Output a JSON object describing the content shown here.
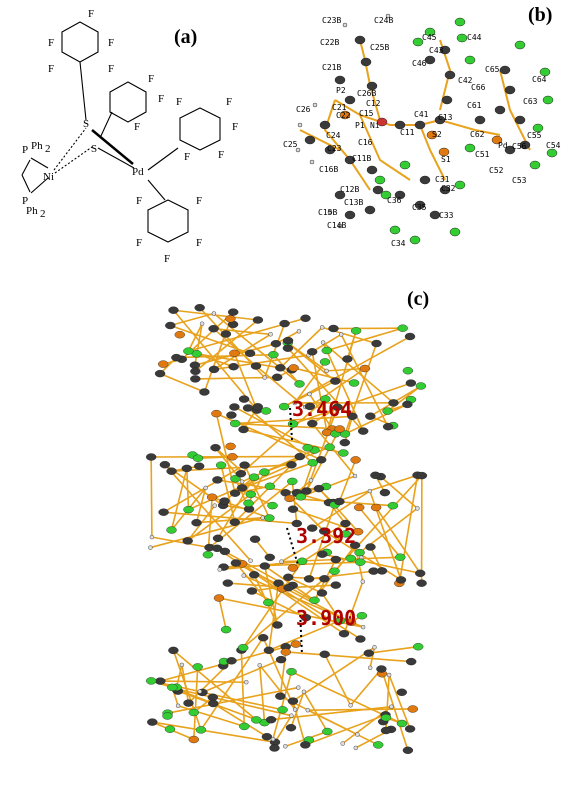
{
  "panels": {
    "a": {
      "label": "(a)"
    },
    "b": {
      "label": "(b)"
    },
    "c": {
      "label": "(c)"
    }
  },
  "structure_a": {
    "atoms": {
      "ni": "Ni",
      "pd": "Pd",
      "s_top": "S",
      "s_mid": "S",
      "p_top": "P",
      "p_bot": "P",
      "ph_top": "Ph",
      "ph_bot": "Ph",
      "sub2": "2",
      "fluorine": "F"
    }
  },
  "ortep_b": {
    "labels": [
      {
        "id": "C24B",
        "t": "C24B"
      },
      {
        "id": "C23B",
        "t": "C23B"
      },
      {
        "id": "C22B",
        "t": "C22B"
      },
      {
        "id": "C25B",
        "t": "C25B"
      },
      {
        "id": "C21B",
        "t": "C21B"
      },
      {
        "id": "C26B",
        "t": "C26B"
      },
      {
        "id": "P2",
        "t": "P2"
      },
      {
        "id": "C21",
        "t": "C21"
      },
      {
        "id": "C26",
        "t": "C26"
      },
      {
        "id": "C22",
        "t": "C22"
      },
      {
        "id": "C24",
        "t": "C24"
      },
      {
        "id": "C25",
        "t": "C25"
      },
      {
        "id": "C23",
        "t": "C23"
      },
      {
        "id": "C15",
        "t": "C15"
      },
      {
        "id": "C16",
        "t": "C16"
      },
      {
        "id": "P1",
        "t": "P1"
      },
      {
        "id": "Ni",
        "t": "Ni"
      },
      {
        "id": "C12",
        "t": "C12"
      },
      {
        "id": "C11",
        "t": "C11"
      },
      {
        "id": "C13",
        "t": "C13"
      },
      {
        "id": "C41",
        "t": "C41"
      },
      {
        "id": "C42",
        "t": "C42"
      },
      {
        "id": "C43",
        "t": "C43"
      },
      {
        "id": "C44",
        "t": "C44"
      },
      {
        "id": "C45",
        "t": "C45"
      },
      {
        "id": "C46",
        "t": "C46"
      },
      {
        "id": "C65",
        "t": "C65"
      },
      {
        "id": "C64",
        "t": "C64"
      },
      {
        "id": "C66",
        "t": "C66"
      },
      {
        "id": "C63",
        "t": "C63"
      },
      {
        "id": "C61",
        "t": "C61"
      },
      {
        "id": "C62",
        "t": "C62"
      },
      {
        "id": "C55",
        "t": "C55"
      },
      {
        "id": "C56",
        "t": "C56"
      },
      {
        "id": "C54",
        "t": "C54"
      },
      {
        "id": "Pd",
        "t": "Pd"
      },
      {
        "id": "C51",
        "t": "C51"
      },
      {
        "id": "C52",
        "t": "C52"
      },
      {
        "id": "C53",
        "t": "C53"
      },
      {
        "id": "S2",
        "t": "S2"
      },
      {
        "id": "S1",
        "t": "S1"
      },
      {
        "id": "C11B",
        "t": "C11B"
      },
      {
        "id": "C16B",
        "t": "C16B"
      },
      {
        "id": "C12B",
        "t": "C12B"
      },
      {
        "id": "C13B",
        "t": "C13B"
      },
      {
        "id": "C15B",
        "t": "C15B"
      },
      {
        "id": "C14B",
        "t": "C14B"
      },
      {
        "id": "C31",
        "t": "C31"
      },
      {
        "id": "C32",
        "t": "C32"
      },
      {
        "id": "C36",
        "t": "C36"
      },
      {
        "id": "C35",
        "t": "C35"
      },
      {
        "id": "C33",
        "t": "C33"
      },
      {
        "id": "C34",
        "t": "C34"
      }
    ]
  },
  "packing_c": {
    "distances": [
      {
        "value": "3.464"
      },
      {
        "value": "3.392"
      },
      {
        "value": "3.900"
      }
    ]
  },
  "colors": {
    "bond": "#e8a21c",
    "fluorine": "#33cc33",
    "carbon": "#3a3a3a",
    "sulfur": "#e07a10",
    "hydrogen": "#dddddd",
    "distance_text": "#b00000"
  }
}
